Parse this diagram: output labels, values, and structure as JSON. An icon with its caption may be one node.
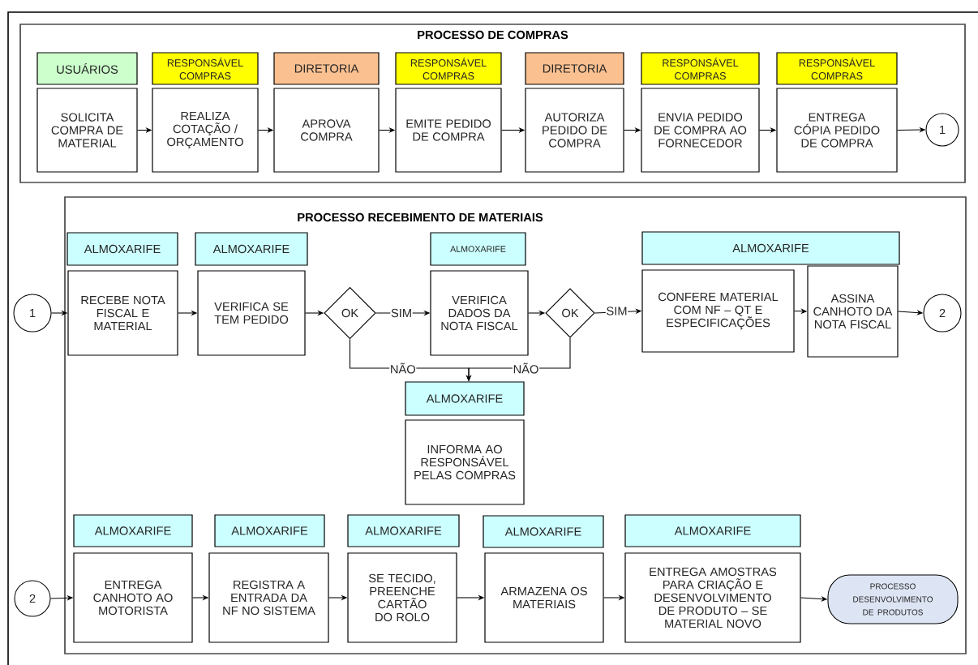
{
  "diagram": {
    "nodes": [
      {
        "text": [
          "PROCESSO DE COMPRAS"
        ]
      },
      {
        "text": [
          "USUÁRIOS"
        ],
        "in": 0
      },
      {
        "text": [
          "SOLICITA COMPRA DE MATERIAL"
        ],
        "in": 0
      },
      {
        "text": [
          "RESPONSÁVEL COMPRAS"
        ],
        "in": 0
      },
      {
        "text": [
          "REALIZA COTAÇÃO / ORÇAMENTO"
        ],
        "in": 0
      },
      {
        "text": [
          "DIRETORIA"
        ],
        "in": 0
      },
      {
        "text": [
          "APROVA COMPRA"
        ],
        "in": 0
      },
      {
        "text": [
          "RESPONSÁVEL COMPRAS"
        ],
        "in": 0
      },
      {
        "text": [
          "EMITE PEDIDO DE COMPRA"
        ],
        "in": 0
      },
      {
        "text": [
          "DIRETORIA"
        ],
        "in": 0
      },
      {
        "text": [
          "AUTORIZA PEDIDO DE COMPRA"
        ],
        "in": 0
      },
      {
        "text": [
          "RESPONSÁVEL COMPRAS"
        ],
        "in": 0
      },
      {
        "text": [
          "ENVIA PEDIDO DE COMPRA AO FORNECEDOR"
        ],
        "in": 0
      },
      {
        "text": [
          "RESPONSÁVEL COMPRAS"
        ],
        "in": 0
      },
      {
        "text": [
          "ENTREGA CÓPIA PEDIDO DE COMPRA"
        ],
        "in": 0
      },
      {
        "text": [
          "1"
        ],
        "in": 0
      },
      {
        "text": [
          "1"
        ]
      },
      {
        "text": [
          "PROCESSO RECEBIMENTO DE MATERIAIS"
        ]
      },
      {
        "text": [
          "ALMOXARIFE"
        ],
        "in": 17
      },
      {
        "text": [
          "RECEBE NOTA FISCAL E MATERIAL"
        ],
        "in": 17
      },
      {
        "text": [
          "ALMOXARIFE"
        ],
        "in": 17
      },
      {
        "text": [
          "VERIFICA SE TEM PEDIDO"
        ],
        "in": 17
      },
      {
        "text": [
          "OK"
        ],
        "in": 17
      },
      {
        "text": [
          "ALMOXARIFE"
        ],
        "in": 17
      },
      {
        "text": [
          "VERIFICA DADOS DA NOTA FISCAL"
        ],
        "in": 17
      },
      {
        "text": [
          "OK"
        ],
        "in": 17
      },
      {
        "text": [
          "ALMOXARIFE"
        ],
        "in": 17
      },
      {
        "text": [
          "CONFERE MATERIAL COM NF – QT E ESPECIFICAÇÕES"
        ],
        "in": 17
      },
      {
        "text": [
          "ASSINA CANHOTO DA NOTA FISCAL"
        ],
        "in": 17
      },
      {
        "text": [
          "2"
        ],
        "in": 17
      },
      {
        "text": [
          "ALMOXARIFE"
        ],
        "in": 17
      },
      {
        "text": [
          "INFORMA AO RESPONSÁVEL PELAS COMPRAS"
        ],
        "in": 17
      },
      {
        "text": [
          "2"
        ]
      },
      {
        "text": [
          "ALMOXARIFE"
        ],
        "in": 17
      },
      {
        "text": [
          "ENTREGA CANHOTO AO MOTORISTA"
        ],
        "in": 17
      },
      {
        "text": [
          "ALMOXARIFE"
        ],
        "in": 17
      },
      {
        "text": [
          "REGISTRA A ENTRADA DA NF NO SISTEMA"
        ],
        "in": 17
      },
      {
        "text": [
          "ALMOXARIFE"
        ],
        "in": 17
      },
      {
        "text": [
          "SE TECIDO, PREENCHE CARTÃO DO ROLO"
        ],
        "in": 17
      },
      {
        "text": [
          "ALMOXARIFE"
        ],
        "in": 17
      },
      {
        "text": [
          "ARMAZENA OS MATERIAIS"
        ],
        "in": 17
      },
      {
        "text": [
          "ALMOXARIFE"
        ],
        "in": 17
      },
      {
        "text": [
          "ENTREGA AMOSTRAS PARA CRIAÇÃO E DESENVOLVIMENTO DE PRODUTO – SE MATERIAL NOVO"
        ],
        "in": 17
      },
      {
        "text": [
          "PROCESSO DESENVOLVIMENTO DE PRODUTOS"
        ],
        "in": 17
      }
    ],
    "edges": [
      {
        "from": 2,
        "to": 4,
        "arrow": "to"
      },
      {
        "from": 4,
        "to": 6,
        "arrow": "to"
      },
      {
        "from": 6,
        "to": 8,
        "arrow": "to"
      },
      {
        "from": 8,
        "to": 10,
        "arrow": "to"
      },
      {
        "from": 10,
        "to": 12,
        "arrow": "to"
      },
      {
        "from": 12,
        "to": 14,
        "arrow": "to"
      },
      {
        "from": 14,
        "to": 15,
        "arrow": "to"
      },
      {
        "from": 16,
        "to": 19,
        "arrow": "to"
      },
      {
        "from": 19,
        "to": 21,
        "arrow": "to"
      },
      {
        "from": 21,
        "to": 22,
        "arrow": "to"
      },
      {
        "from": 22,
        "to": 24,
        "arrow": "to",
        "label": "SIM"
      },
      {
        "from": 24,
        "to": 25,
        "arrow": "to"
      },
      {
        "from": 25,
        "to": 27,
        "arrow": "to",
        "label": "SIM"
      },
      {
        "from": 27,
        "to": 28,
        "arrow": "to"
      },
      {
        "from": 28,
        "to": 29,
        "arrow": "to"
      },
      {
        "from": 22,
        "to": 30,
        "arrow": "to",
        "label": "NÃO"
      },
      {
        "from": 25,
        "to": 30,
        "arrow": "to",
        "label": "NÃO"
      },
      {
        "from": 32,
        "to": 34,
        "arrow": "to"
      },
      {
        "from": 34,
        "to": 36,
        "arrow": "to"
      },
      {
        "from": 36,
        "to": 38,
        "arrow": "to"
      },
      {
        "from": 38,
        "to": 40,
        "arrow": "to"
      },
      {
        "from": 40,
        "to": 42,
        "arrow": "to"
      },
      {
        "from": 42,
        "to": 43,
        "arrow": "to"
      }
    ]
  }
}
